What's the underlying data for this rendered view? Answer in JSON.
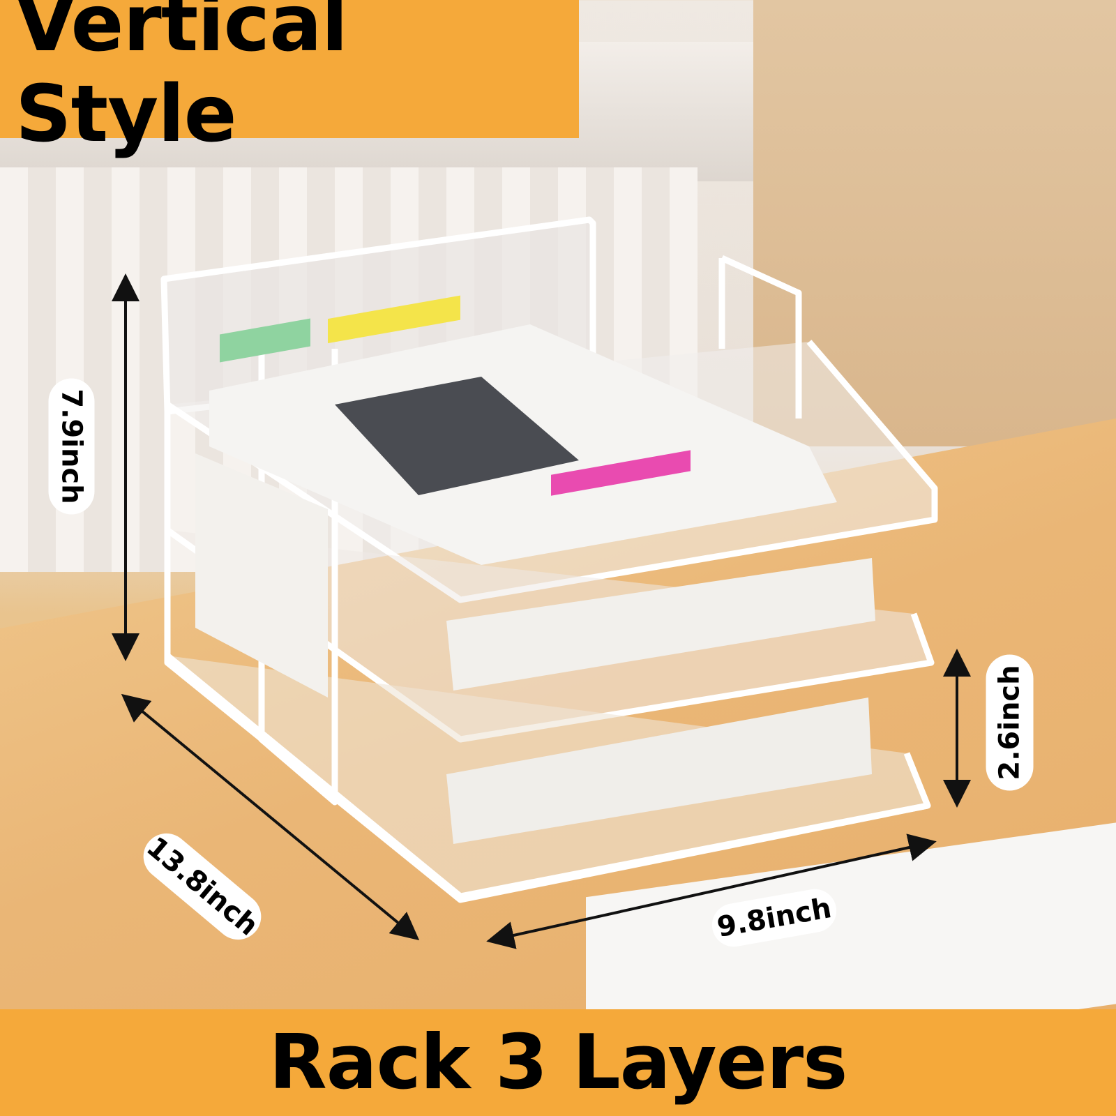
{
  "headline_top": "Vertical Style",
  "headline_bottom": "Rack 3 Layers",
  "dimensions": {
    "height": "7.9inch",
    "layer_gap": "2.6inch",
    "depth": "13.8inch",
    "width": "9.8inch"
  },
  "colors": {
    "banner": "#f5a93a",
    "text": "#000000",
    "label_bg": "#ffffff",
    "rack": "#ffffff"
  }
}
